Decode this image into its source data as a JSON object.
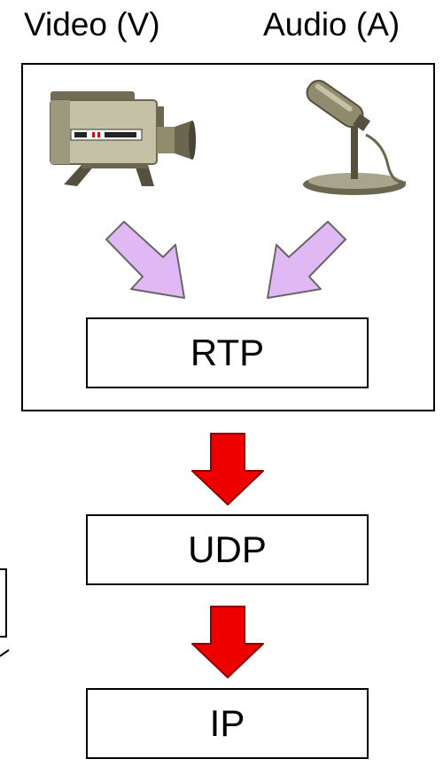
{
  "sources": {
    "video_label": "Video (V)",
    "audio_label": "Audio (A)",
    "video_icon": "video-camera-icon",
    "audio_icon": "microphone-icon"
  },
  "stack": {
    "rtp_label": "RTP",
    "udp_label": "UDP",
    "ip_label": "IP"
  },
  "colors": {
    "source_arrow": "#e0b8f4",
    "stack_arrow": "#ee0000",
    "camera_body": "#a8a58c",
    "microphone_body": "#8f8b6c"
  }
}
